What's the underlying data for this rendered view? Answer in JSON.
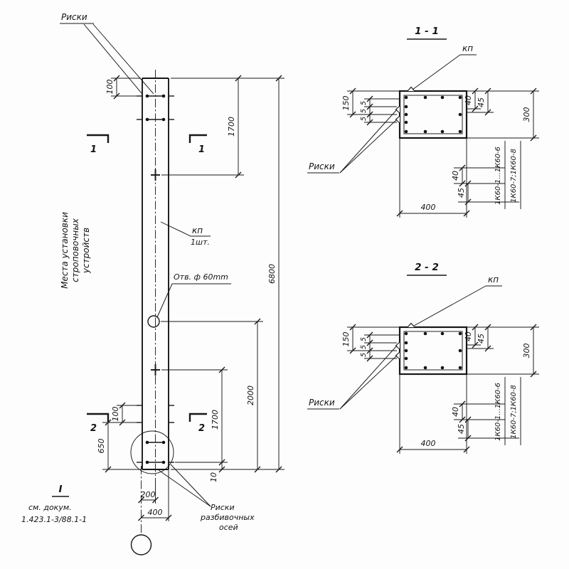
{
  "drawing": {
    "elevation": {
      "riski_top_label": "Риски",
      "strop_line1": "Места установки",
      "strop_line2": "строповочных",
      "strop_line3": "устройств",
      "kp_label": "кп",
      "kp_qty": "1шт.",
      "hole_label": "Отв. ф 60mm",
      "cut1_label": "1",
      "cut2_label": "2",
      "node_label": "I",
      "doc_line1": "см. докум.",
      "doc_line2": "1.423.1-3/88.1-1",
      "axes_line1": "Риски",
      "axes_line2": "разбивочных",
      "axes_line3": "осей",
      "dim_top_offset": "100",
      "dim_top_span": "1700",
      "dim_total_height": "6800",
      "dim_hole_span": "2000",
      "dim_low_span": "1700",
      "dim_bottom_tick": "10",
      "dim_bottom_offset": "100",
      "dim_bottom_zone": "650",
      "dim_axis_offset": "200",
      "dim_width": "400"
    },
    "sections": [
      {
        "title": "1 - 1",
        "kp_label": "кп",
        "riski_label": "Риски",
        "dim_half": "150",
        "dim_gap1": "5",
        "dim_gap2": "5",
        "dim_gap3": "5",
        "dim_top_a": "40",
        "dim_top_b": "45",
        "dim_height": "300",
        "dim_bot_a": "40",
        "dim_bot_b": "45",
        "dim_width": "400",
        "marks_a": "1К60-1...1К60-6",
        "marks_b": "1К60-7;1К60-8"
      },
      {
        "title": "2 - 2",
        "kp_label": "кп",
        "riski_label": "Риски",
        "dim_half": "150",
        "dim_gap1": "5",
        "dim_gap2": "5",
        "dim_gap3": "5",
        "dim_top_a": "40",
        "dim_top_b": "45",
        "dim_height": "300",
        "dim_bot_a": "40",
        "dim_bot_b": "45",
        "dim_width": "400",
        "marks_a": "1К60-1...1К60-6",
        "marks_b": "1К60-7;1К60-8"
      }
    ]
  }
}
